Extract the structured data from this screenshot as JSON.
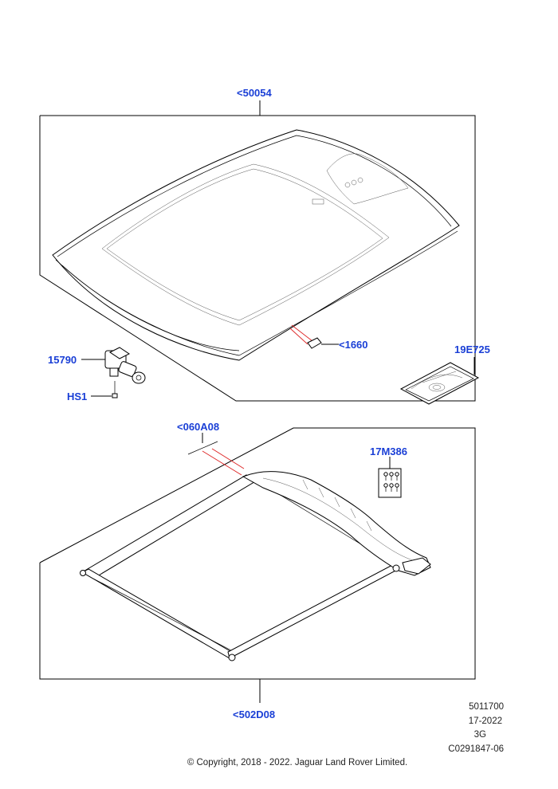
{
  "callouts": {
    "roof_panel": "<50054",
    "deflector_clip": "<1660",
    "motor": "15790",
    "screw": "HS1",
    "repair_kit": "19E725",
    "cable": "<060A08",
    "fasteners": "17M386",
    "blind_frame": "<502D08"
  },
  "meta": {
    "line1": "5011700",
    "line2": "17-2022",
    "line3": "3G",
    "line4": "C0291847-06"
  },
  "copyright": "© Copyright, 2018 - 2022. Jaguar Land Rover Limited."
}
